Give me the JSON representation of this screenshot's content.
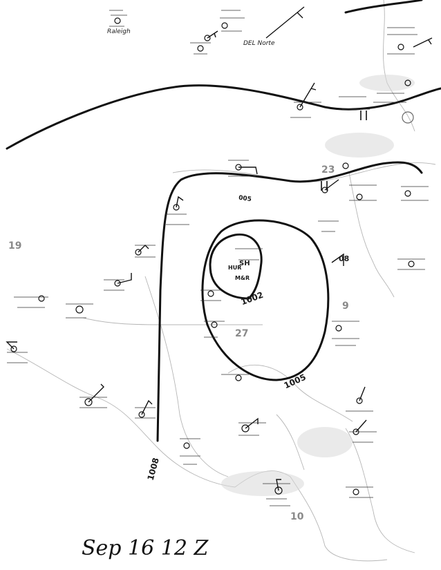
{
  "map": {
    "caption": "Sep 16 12 Z",
    "cities": {
      "raleigh": "Raleigh",
      "del_norte": "DEL Norte"
    },
    "isobars": {
      "label_1008": "1008",
      "label_1005": "1005",
      "label_1002": "1002",
      "label_08": "08",
      "label_005": "005"
    },
    "storm": {
      "line1": "HUR",
      "line2": "SH",
      "line3": "M&R"
    },
    "faint_marks": {
      "a": "23",
      "b": "19",
      "c": "27",
      "d": "9",
      "e": "10"
    }
  }
}
